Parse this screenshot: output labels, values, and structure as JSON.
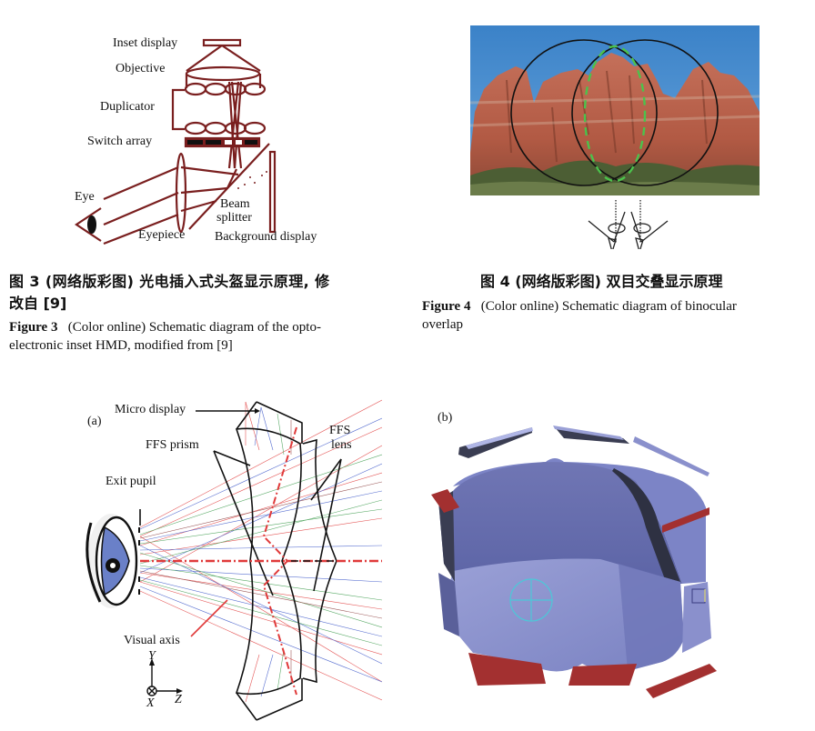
{
  "figure3": {
    "labels": {
      "inset_display": "Inset display",
      "objective": "Objective",
      "duplicator": "Duplicator",
      "switch_array": "Switch array",
      "eye": "Eye",
      "eyepiece": "Eyepiece",
      "beam": "Beam",
      "splitter": "splitter",
      "background_display": "Background display"
    },
    "caption_cn_line1": "图 3 (网络版彩图) 光电插入式头盔显示原理, 修",
    "caption_cn_line2": "改自 [9]",
    "caption_en_label": "Figure 3",
    "caption_en_line1": "(Color online) Schematic diagram of the opto-",
    "caption_en_line2": "electronic inset HMD, modified from [9]",
    "line_color": "#7a1f1f"
  },
  "figure4": {
    "caption_cn": "图 4 (网络版彩图) 双目交叠显示原理",
    "caption_en_label": "Figure 4",
    "caption_en_line1": "(Color online) Schematic diagram of binocular",
    "caption_en_line2": "overlap",
    "overlap_color": "#4cc24c"
  },
  "figure5a": {
    "panel_label": "(a)",
    "labels": {
      "micro_display": "Micro display",
      "ffs_prism": "FFS prism",
      "ffs": "FFS",
      "lens": "lens",
      "exit_pupil": "Exit pupil",
      "visual_axis": "Visual axis",
      "axis_y": "Y",
      "axis_x": "X",
      "axis_z": "Z"
    },
    "ray_colors": [
      "#e03a3a",
      "#3a55c8",
      "#3a9a4a",
      "#8a3a3a"
    ]
  },
  "figure5b": {
    "panel_label": "(b)",
    "body_color": "#7c84c6",
    "display_color": "#a33030"
  }
}
